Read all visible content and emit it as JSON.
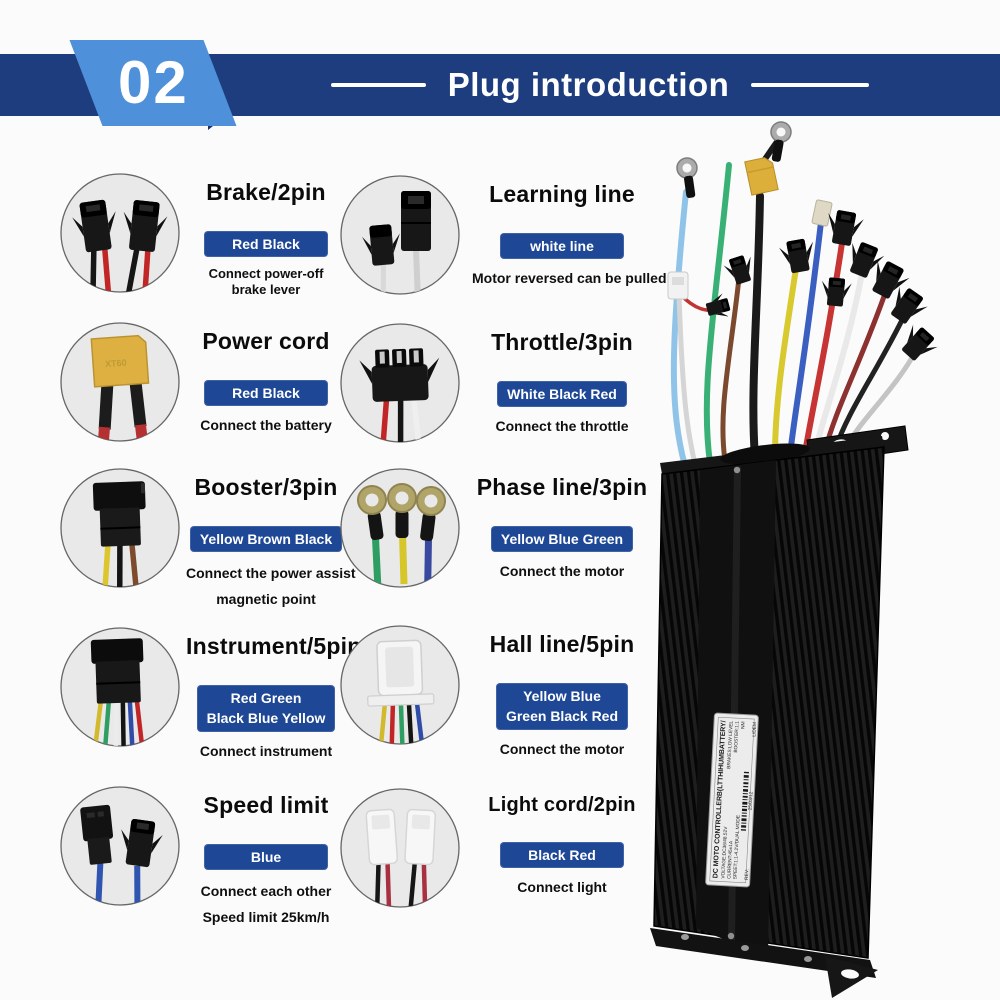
{
  "header": {
    "number": "02",
    "title": "Plug introduction"
  },
  "palette": {
    "header_bar": "#1d3d7e",
    "number_plate": "#4e90d9",
    "badge_blue": "#1e4796",
    "page_bg": "#fbfbfb",
    "circle_bg": "#e9e9e9",
    "title_text": "#0b0b0b"
  },
  "plugs": [
    {
      "id": "brake",
      "title": "Brake/2pin",
      "icon": "two-black-sm-connectors-red-black-wires",
      "badge_lines": [
        "Red  Black"
      ],
      "desc_lines": [
        "Connect power-off",
        "brake lever"
      ]
    },
    {
      "id": "learning",
      "title": "Learning line",
      "icon": "two-black-connectors-white-wires",
      "badge_lines": [
        "white line"
      ],
      "desc_lines": [
        "Motor reversed can be pulled"
      ]
    },
    {
      "id": "power",
      "title": "Power cord",
      "icon": "yellow-xt60-connector",
      "badge_lines": [
        "Red Black"
      ],
      "desc_lines": [
        "Connect the battery"
      ]
    },
    {
      "id": "throttle",
      "title": "Throttle/3pin",
      "icon": "black-3pin-connector-white-black-red",
      "badge_lines": [
        "White Black Red"
      ],
      "desc_lines": [
        "Connect the throttle"
      ]
    },
    {
      "id": "booster",
      "title": "Booster/3pin",
      "icon": "black-connector-yellow-brown-black-wires",
      "badge_lines": [
        "Yellow Brown Black"
      ],
      "desc_lines": [
        "Connect the power assist",
        "magnetic point"
      ]
    },
    {
      "id": "phase",
      "title": "Phase line/3pin",
      "icon": "three-ring-terminals-yellow-blue-green",
      "badge_lines": [
        "Yellow Blue Green"
      ],
      "desc_lines": [
        "Connect the motor"
      ]
    },
    {
      "id": "instrument",
      "title": "Instrument/5pin",
      "icon": "black-5pin-connector-multicolor-wires",
      "badge_lines": [
        "Red Green",
        "Black Blue Yellow"
      ],
      "desc_lines": [
        "Connect instrument"
      ]
    },
    {
      "id": "hall",
      "title": "Hall line/5pin",
      "icon": "white-5pin-connector-multicolor-wires",
      "badge_lines": [
        "Yellow Blue",
        "Green Black Red"
      ],
      "desc_lines": [
        "Connect the motor"
      ]
    },
    {
      "id": "speed",
      "title": "Speed limit",
      "icon": "two-black-connectors-blue-wires",
      "badge_lines": [
        "Blue"
      ],
      "desc_lines": [
        "Connect each other",
        "Speed limit 25km/h"
      ]
    },
    {
      "id": "light",
      "title": "Light cord/2pin",
      "icon": "two-white-connectors-black-red-wires",
      "badge_lines": [
        "Black Red"
      ],
      "desc_lines": [
        "Connect light"
      ]
    }
  ],
  "controller": {
    "label": {
      "title": "DC MOTO CONTROLLERB(LTTHIHUMBATTERY/",
      "voltage": "VOLTAGE:DC36/48.52V",
      "brakes": "BRAKES:LOW LEVEL",
      "current": "CURRENT:45±1A",
      "booster": "BOOSTER:1:1",
      "speed": "SPEET:1:1-4.2V/DUAL MODE",
      "nm": "NM",
      "rev": "REV:",
      "date": "25/03/12",
      "brand": "LIDEM"
    }
  }
}
